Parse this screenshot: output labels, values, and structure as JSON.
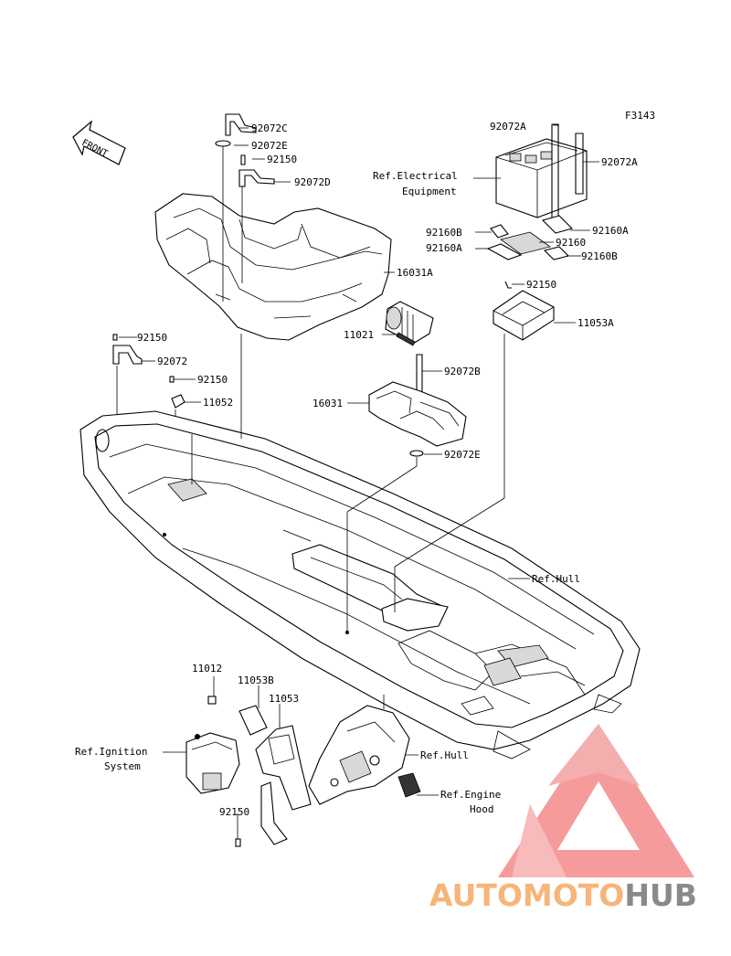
{
  "diagram_id": "F3143",
  "front_label": "FRONT",
  "callouts": {
    "p92072C": "92072C",
    "p92072E_top": "92072E",
    "p92150_a": "92150",
    "p92072D": "92072D",
    "p16031A": "16031A",
    "p92072A_a": "92072A",
    "p92072A_b": "92072A",
    "ref_electrical": "Ref.Electrical",
    "ref_electrical_2": "Equipment",
    "p92160B_a": "92160B",
    "p92160A_a": "92160A",
    "p92160": "92160",
    "p92160A_b": "92160A",
    "p92160B_b": "92160B",
    "p92150_b": "92150",
    "p11053A": "11053A",
    "p11021": "11021",
    "p92150_c": "92150",
    "p92072": "92072",
    "p92150_d": "92150",
    "p11052": "11052",
    "p92072B": "92072B",
    "p16031": "16031",
    "p92072E_bottom": "92072E",
    "ref_hull_a": "Ref.Hull",
    "p11012": "11012",
    "p11053B": "11053B",
    "p11053": "11053",
    "ref_ignition": "Ref.Ignition",
    "ref_ignition_2": "System",
    "ref_hull_b": "Ref.Hull",
    "ref_engine": "Ref.Engine",
    "ref_engine_2": "Hood",
    "p92150_e": "92150"
  },
  "watermark": {
    "part1": "AUTOMOTO",
    "part2": "HUB",
    "color1": "#f7b57a",
    "color2": "#8a8a8a",
    "triangle_color": "#f07070"
  }
}
